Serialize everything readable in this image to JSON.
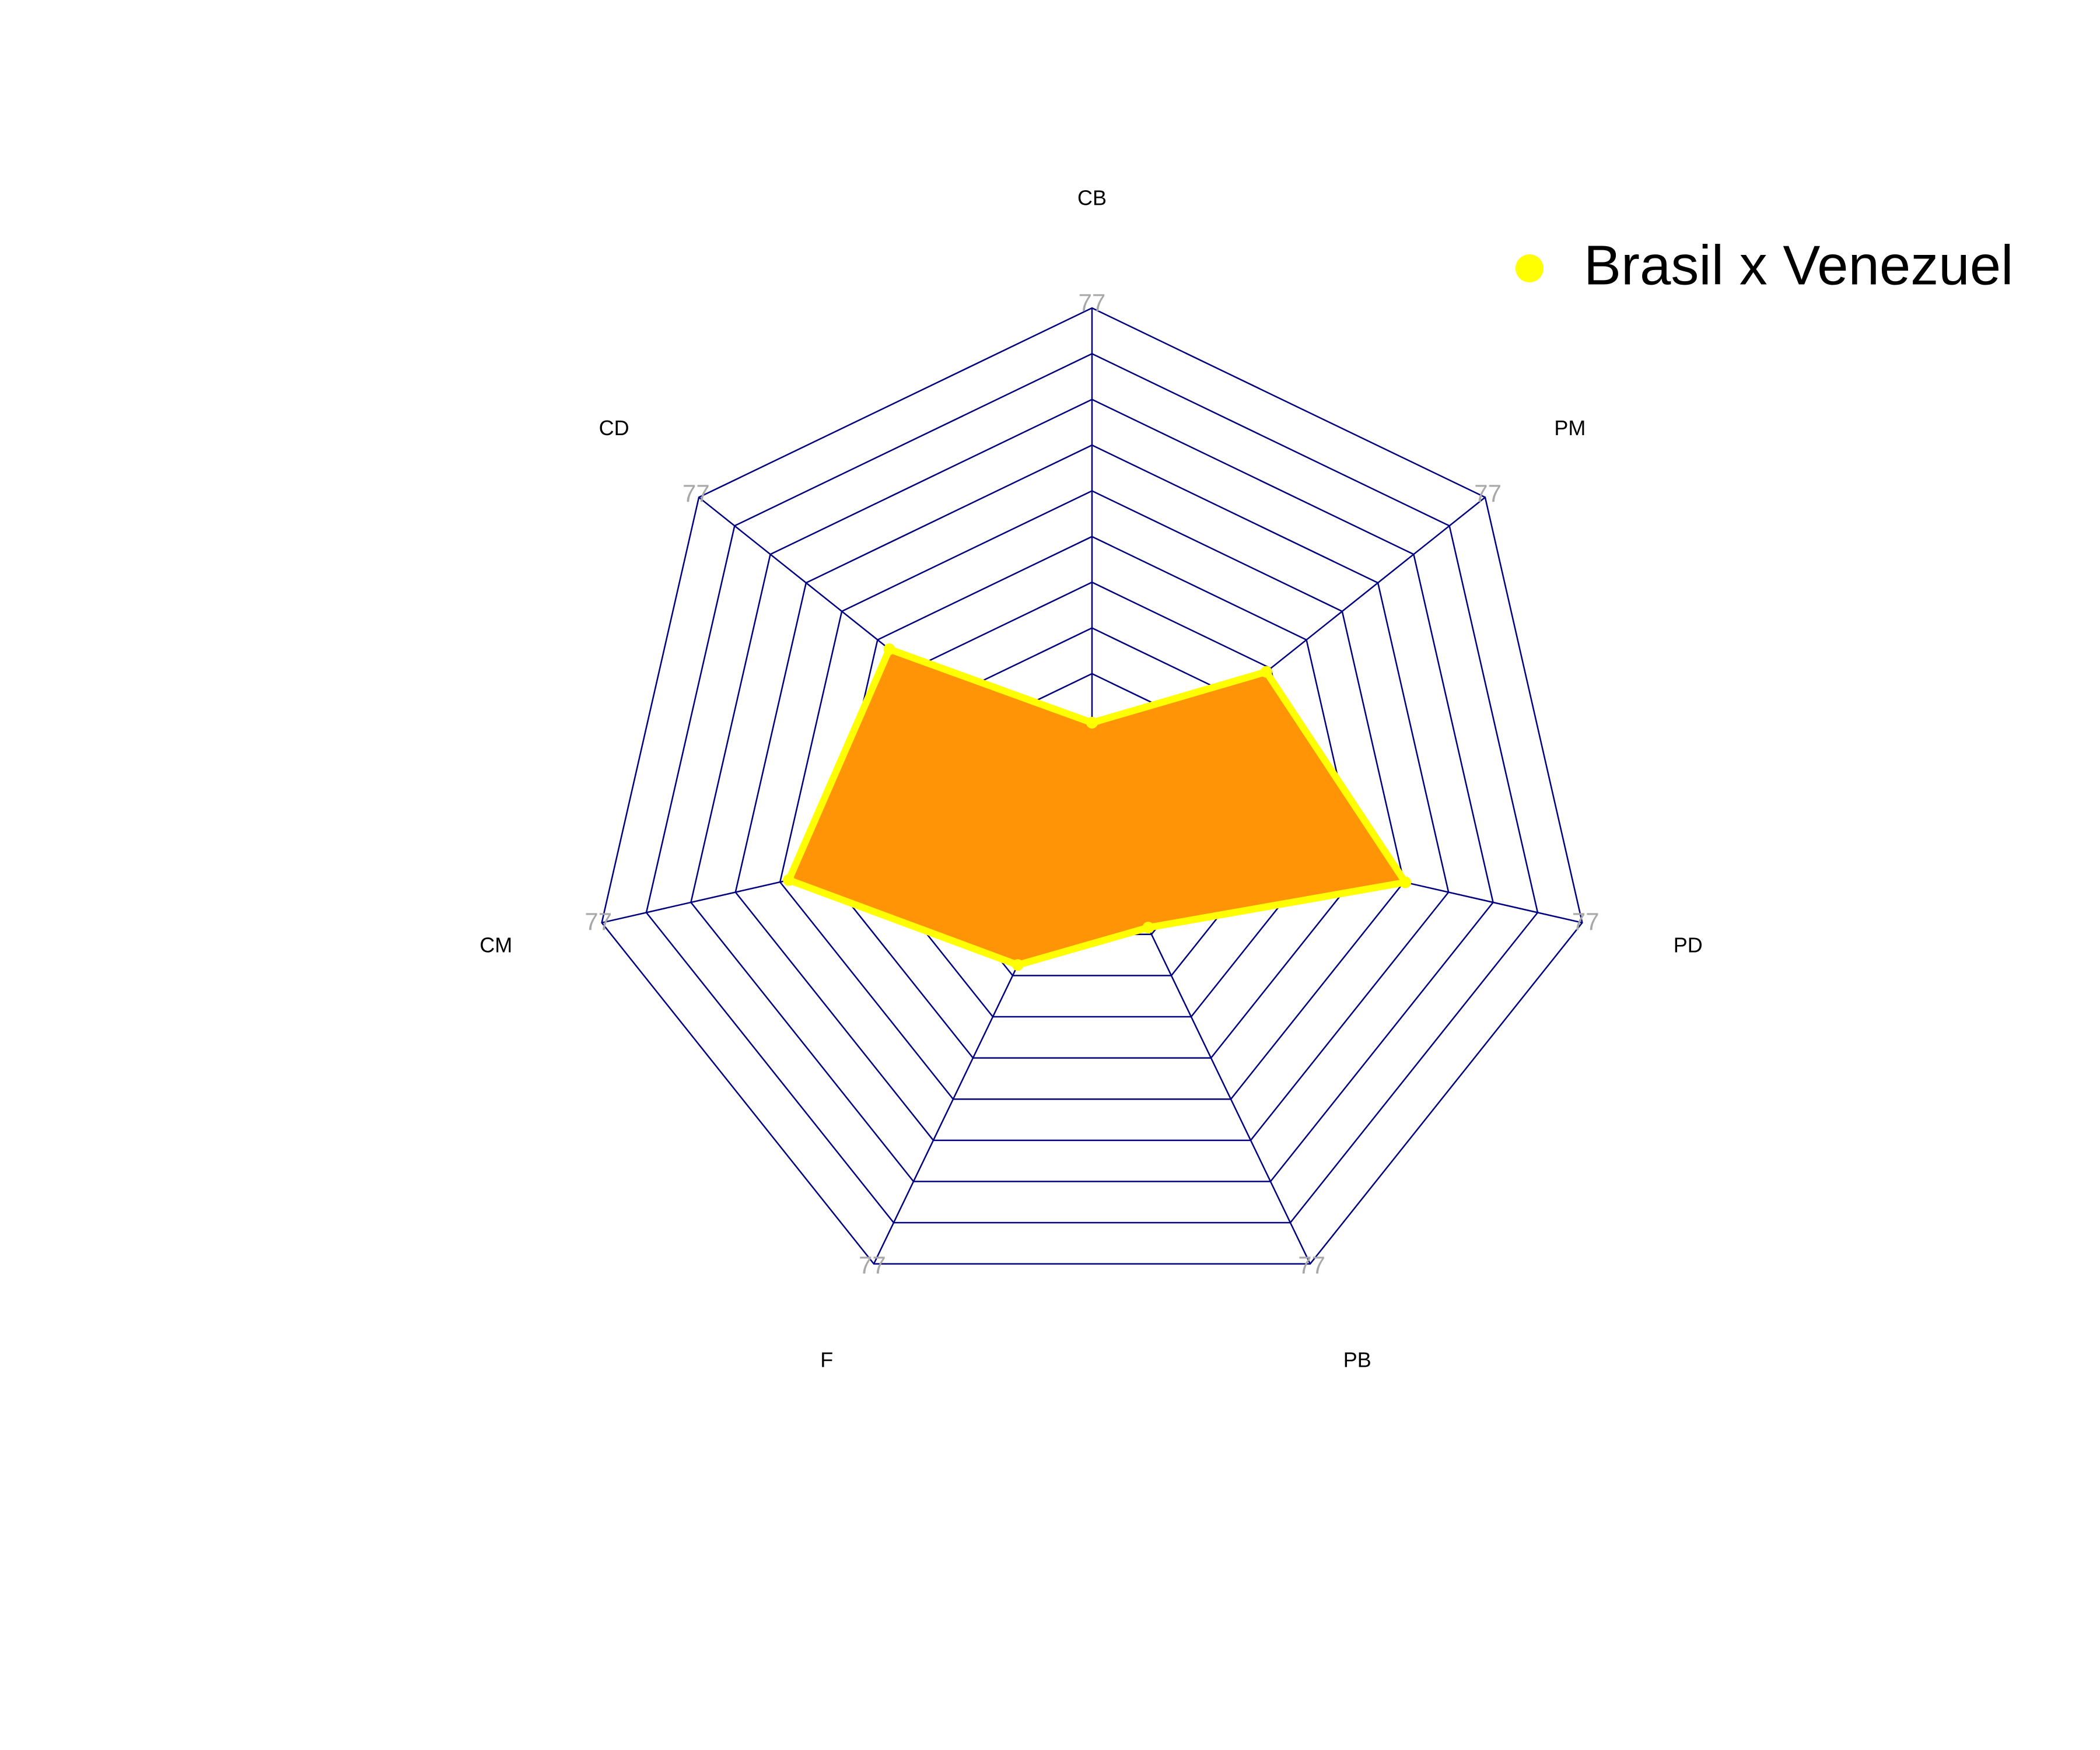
{
  "chart_data": {
    "type": "radar",
    "title": "",
    "axes": [
      "CB",
      "PM",
      "PD",
      "PB",
      "F",
      "CM",
      "CD"
    ],
    "axis_max_label": "77",
    "range": [
      0,
      77
    ],
    "grid_levels": 11,
    "series": [
      {
        "name": "Brasil x Venezuel",
        "values": [
          -3,
          23,
          42,
          5,
          13,
          40,
          30
        ],
        "line_color": "#ffff00",
        "fill_color": "#ff9406"
      }
    ],
    "legend_position": "top-right",
    "grid_color": "#000080"
  }
}
